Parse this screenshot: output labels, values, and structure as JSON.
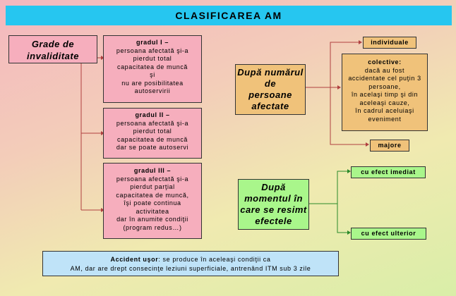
{
  "title": "CLASIFICAREA  AM",
  "grade": {
    "label_line1": "Grade de",
    "label_line2": "invaliditate",
    "g1": {
      "head": "gradul I –",
      "lines": [
        "persoana afectată şi-a",
        "pierdut total",
        "capacitatea de muncă",
        "şi",
        "nu are posibilitatea",
        "autoservirii"
      ]
    },
    "g2": {
      "head": "gradul II –",
      "lines": [
        "persoana afectată şi-a",
        "pierdut total",
        "capacitatea de muncă",
        "dar se poate autoservi"
      ]
    },
    "g3": {
      "head": "gradul III –",
      "lines": [
        "persoana afectată şi-a",
        "pierdut parţial",
        "capacitatea de muncă,",
        "îşi poate continua",
        "activitatea",
        "dar în anumite condiţii",
        "(program redus…)"
      ]
    }
  },
  "numar": {
    "label_lines": [
      "După numărul",
      "de",
      "persoane",
      "afectate"
    ],
    "individuale": "individuale",
    "colective_lines": [
      "colective:",
      "dacă au fost",
      "accidentate cel puţin 3",
      "persoane,",
      "în acelaşi timp şi din",
      "aceleaşi cauze,",
      "în cadrul aceluiaşi",
      "eveniment"
    ],
    "majore": "majore"
  },
  "moment": {
    "label_lines": [
      "După",
      "momentul în",
      "care se resimt",
      "efectele"
    ],
    "imediat": "cu efect imediat",
    "ulterior": "cu efect ulterior"
  },
  "accident": {
    "head": "Accident uşor",
    "line1_rest": ": se produce în aceleaşi condiţii ca",
    "line2": "AM, dar are drept consecinţe leziuni superficiale, antrenând ITM sub 3 zile"
  }
}
